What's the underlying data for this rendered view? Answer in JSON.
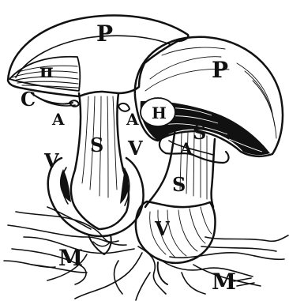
{
  "figure": {
    "labels": {
      "cap_left": "P",
      "cap_right": "P",
      "gills": "п",
      "cortina": "C",
      "ring_left": "A",
      "ring_mid": "A",
      "ring_right": "A",
      "stem_left": "S",
      "stem_right_upper": "S",
      "stem_right_lower": "S",
      "volva_left": "V",
      "volva_mid": "V",
      "volva_right": "V",
      "hymenium": "H",
      "mycelium_left": "M",
      "mycelium_right": "M"
    }
  }
}
